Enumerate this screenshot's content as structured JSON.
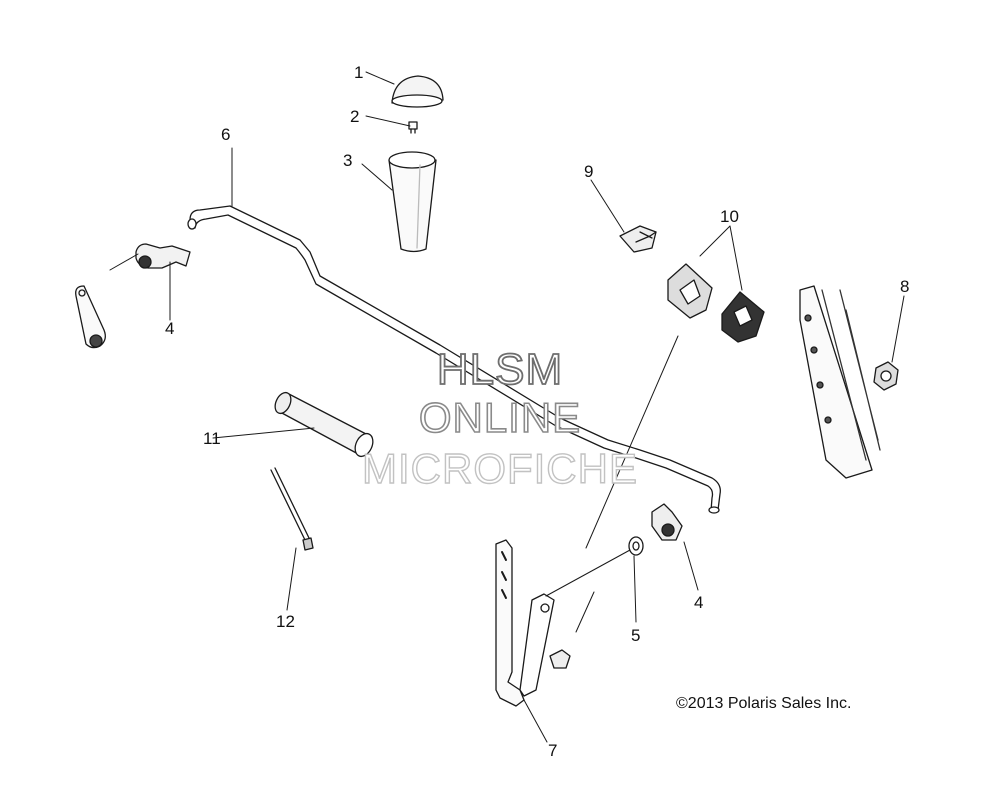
{
  "callouts": {
    "c1": "1",
    "c2": "2",
    "c3": "3",
    "c4a": "4",
    "c4b": "4",
    "c5": "5",
    "c6": "6",
    "c7": "7",
    "c8": "8",
    "c9": "9",
    "c10": "10",
    "c11": "11",
    "c12": "12"
  },
  "watermark": {
    "line1": "HLSM",
    "line2": "ONLINE",
    "line3": "MICROFICHE"
  },
  "copyright": "©2013 Polaris Sales Inc."
}
